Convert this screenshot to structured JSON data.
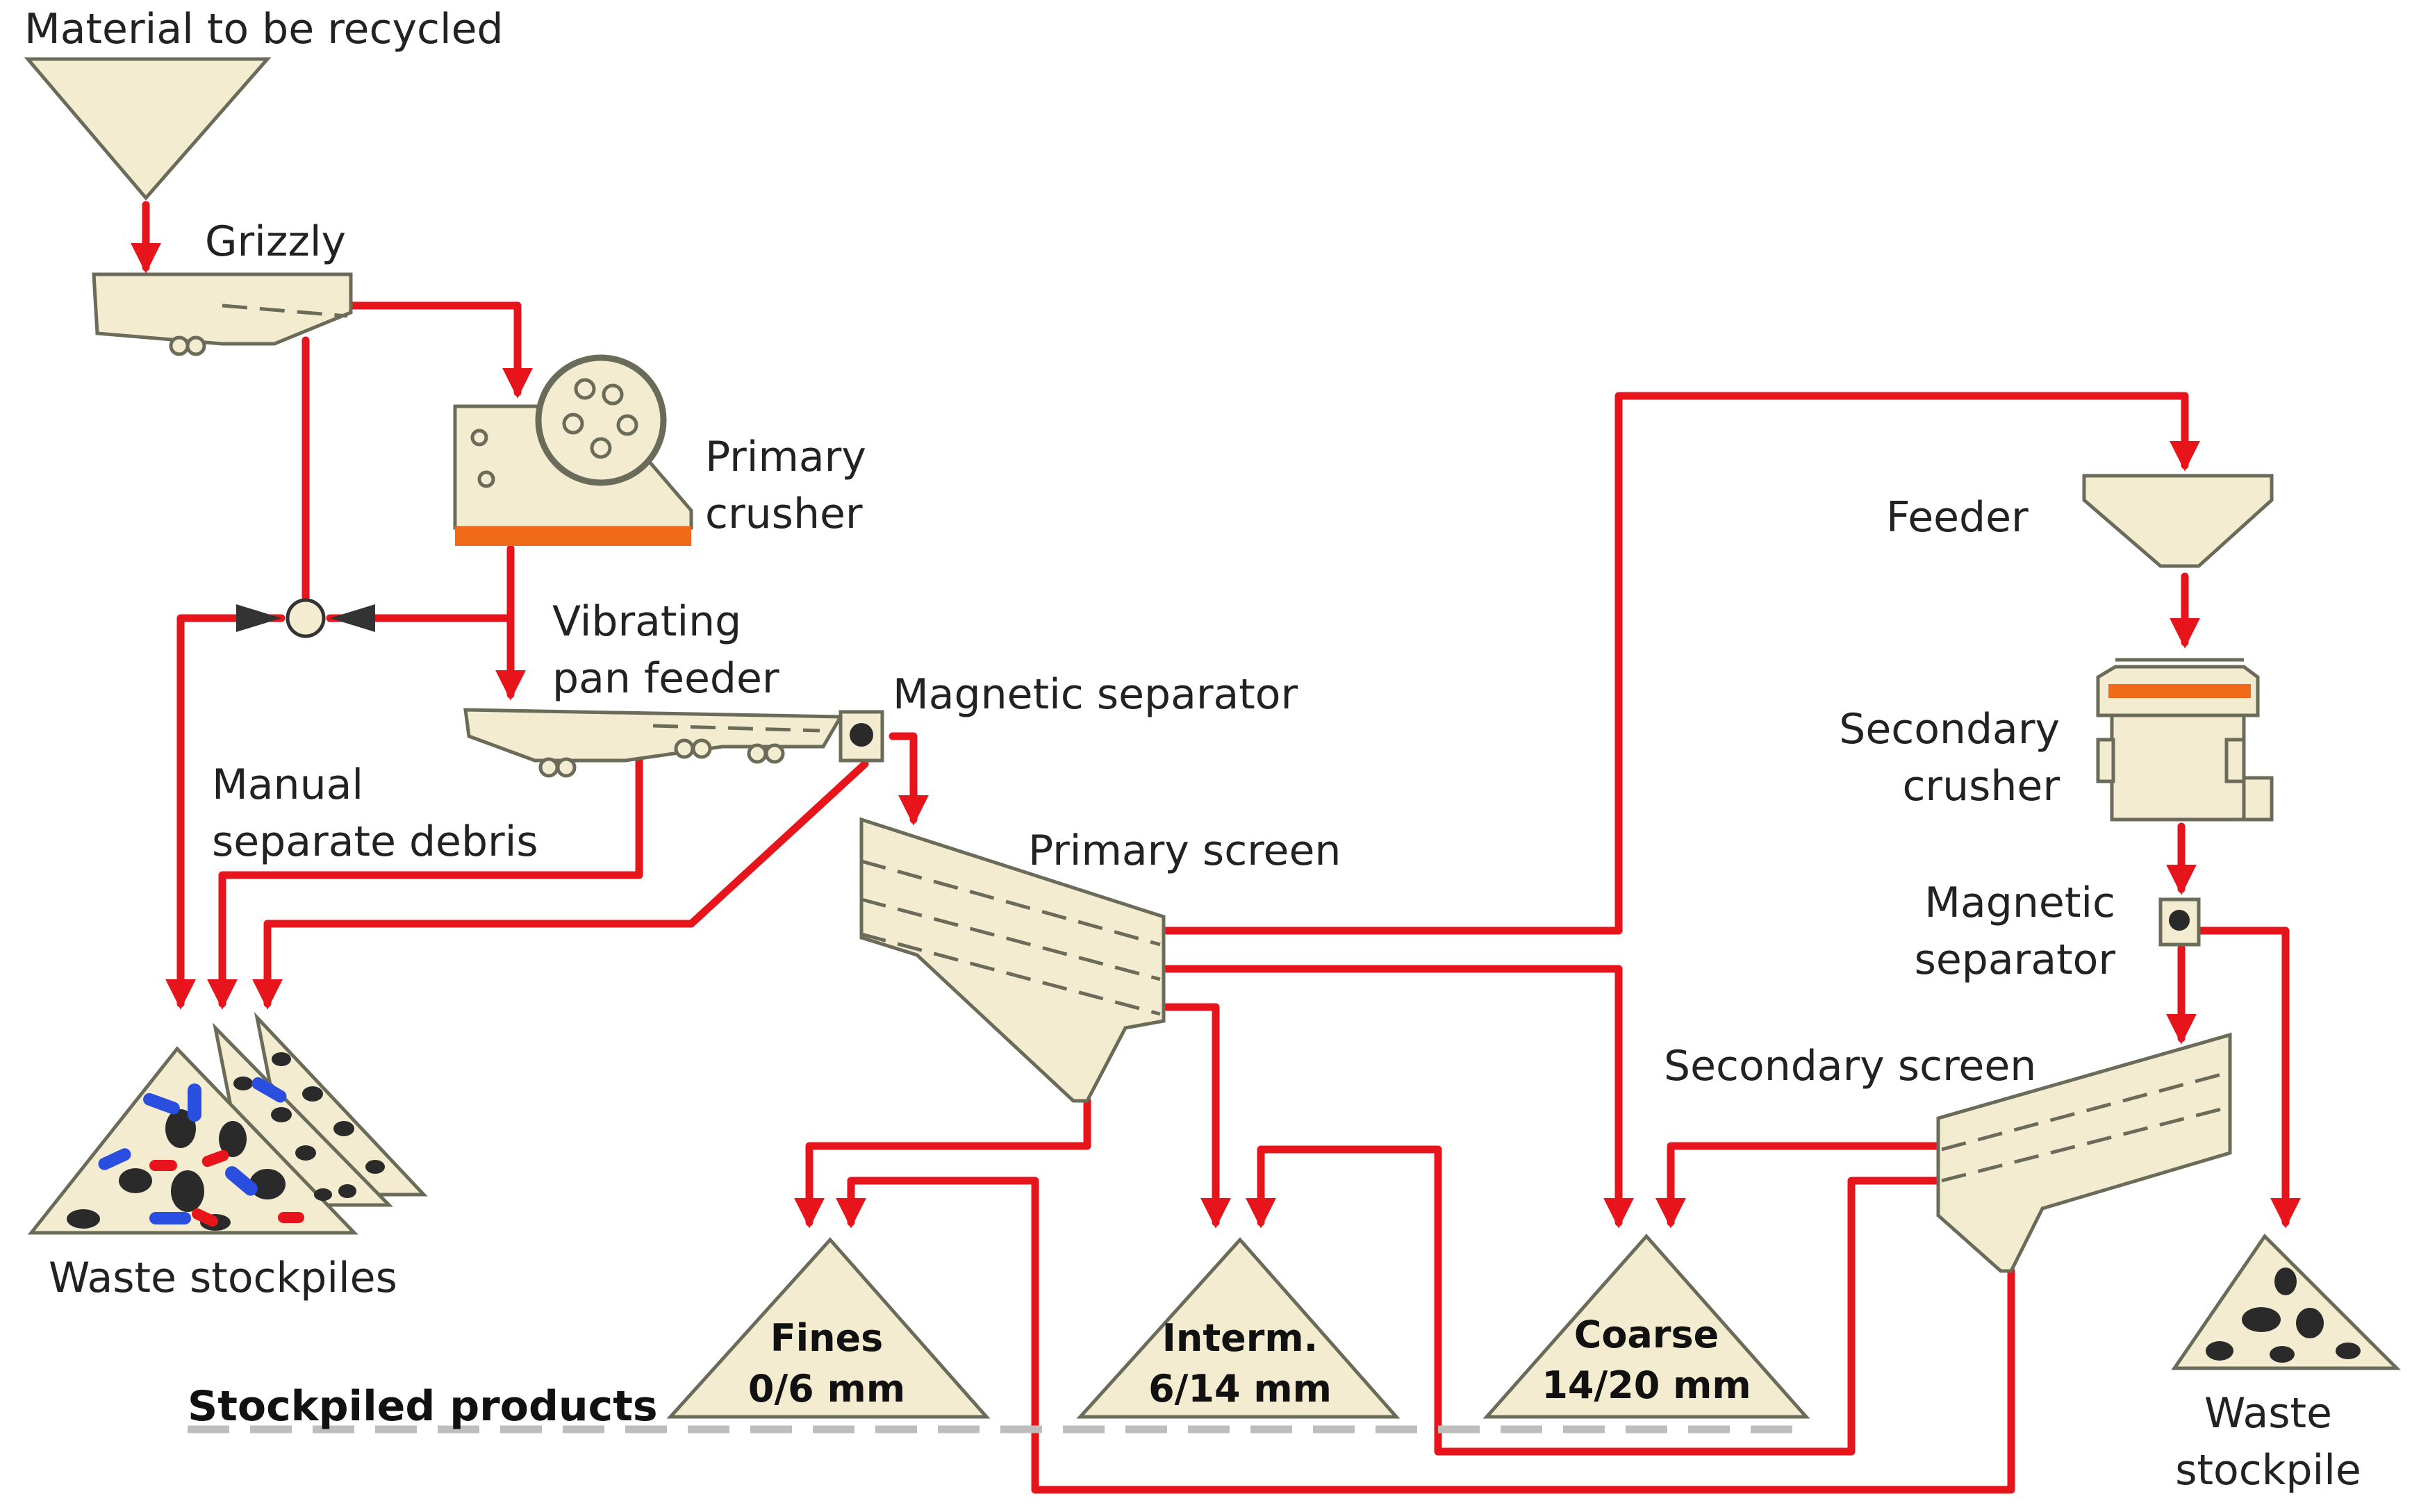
{
  "labels": {
    "material": "Material to be recycled",
    "grizzly": "Grizzly",
    "primary_crusher_1": "Primary",
    "primary_crusher_2": "crusher",
    "vibrating_1": "Vibrating",
    "vibrating_2": "pan feeder",
    "magnetic_separator": "Magnetic separator",
    "manual_1": "Manual",
    "manual_2": "separate debris",
    "primary_screen": "Primary screen",
    "waste_stockpiles": "Waste stockpiles",
    "feeder": "Feeder",
    "secondary_crusher_1": "Secondary",
    "secondary_crusher_2": "crusher",
    "magnetic_2_1": "Magnetic",
    "magnetic_2_2": "separator",
    "secondary_screen": "Secondary screen",
    "waste_stockpile_1": "Waste",
    "waste_stockpile_2": "stockpile",
    "stockpiled_products": "Stockpiled products"
  },
  "products": [
    {
      "name": "Fines",
      "size": "0/6 mm"
    },
    {
      "name": "Interm.",
      "size": "6/14 mm"
    },
    {
      "name": "Coarse",
      "size": "14/20 mm"
    }
  ],
  "colors": {
    "flow": "#e8141b",
    "equipment": "#f4ecd0",
    "accent": "#f06a1a",
    "debris_blue": "#2a4fe0"
  }
}
